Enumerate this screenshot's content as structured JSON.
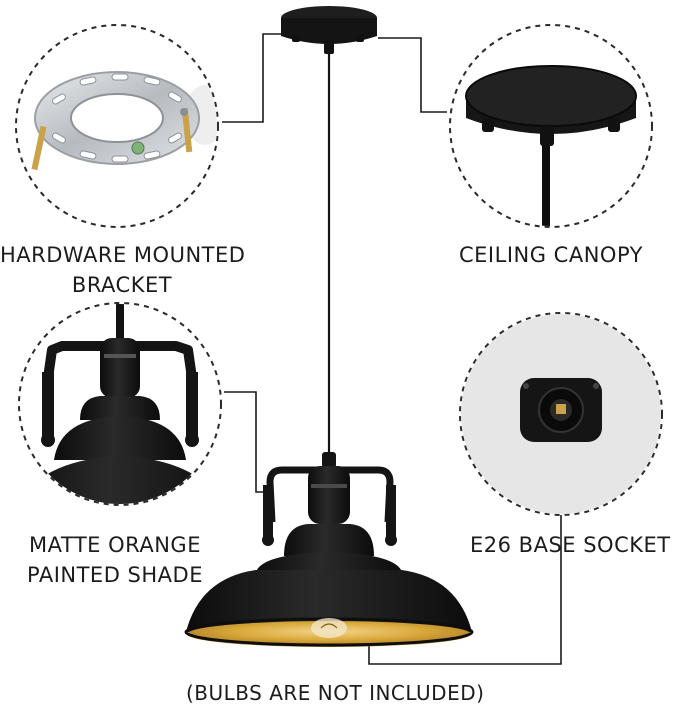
{
  "labels": {
    "bracket_line1": "HARDWARE MOUNTED",
    "bracket_line2": "BRACKET",
    "canopy": "CEILING CANOPY",
    "shade_line1": "MATTE ORANGE",
    "shade_line2": "PAINTED SHADE",
    "socket": "E26 BASE SOCKET",
    "footnote": "(BULBS ARE NOT INCLUDED)"
  },
  "colors": {
    "fixture": "#141414",
    "shade_inner": "#d9a93b",
    "callout_line": "#1a1a1a",
    "bracket_metal": "#c9ccd0",
    "socket_bg": "#e6e6e6"
  }
}
